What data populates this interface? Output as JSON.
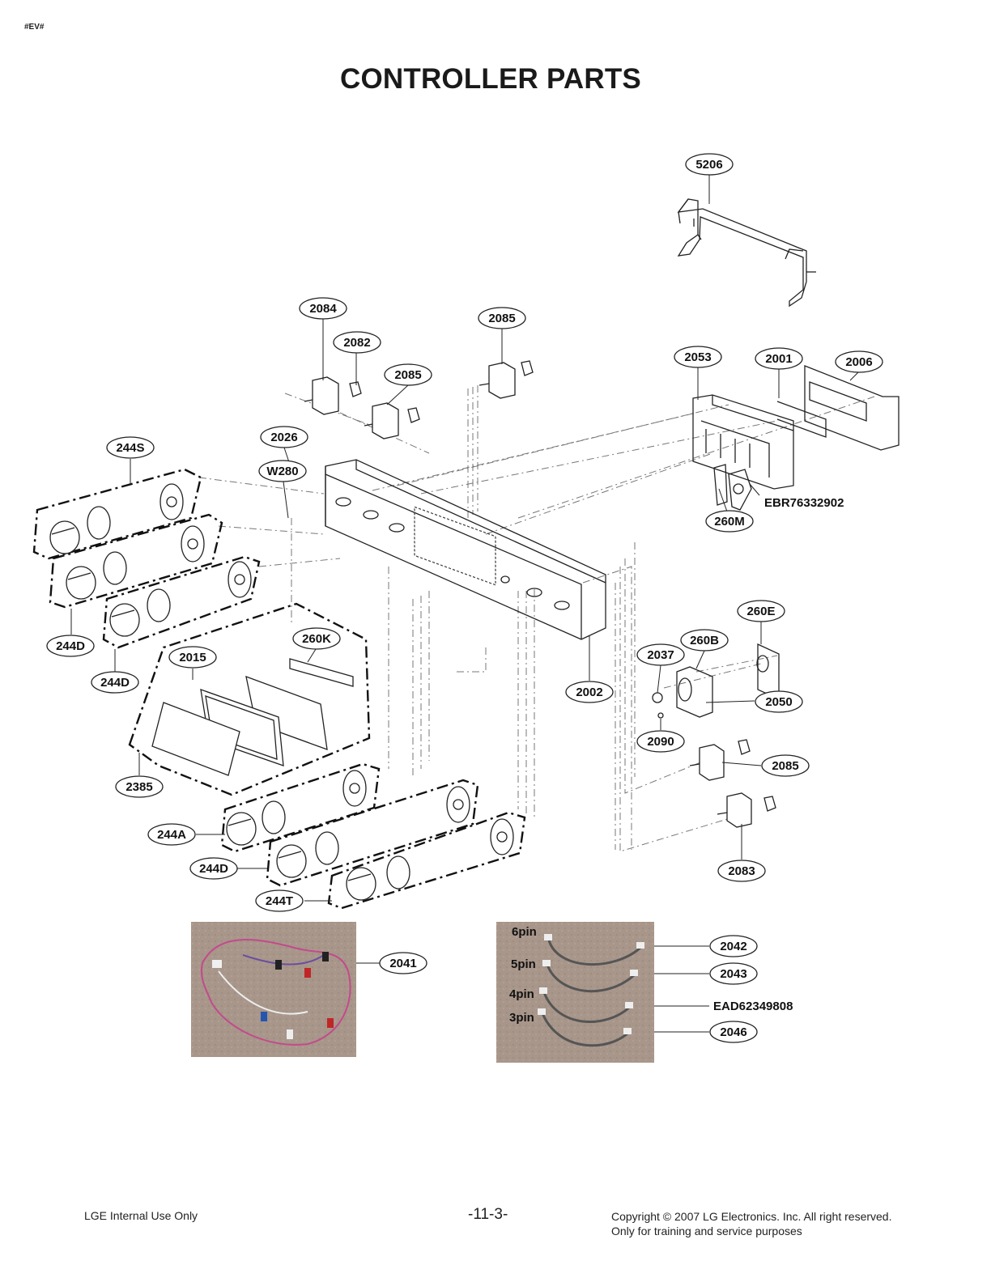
{
  "header_tag": "#EV#",
  "title": "CONTROLLER PARTS",
  "labels": {
    "p5206": "5206",
    "p2084": "2084",
    "p2082": "2082",
    "p2085a": "2085",
    "p2085b": "2085",
    "p2053": "2053",
    "p2001": "2001",
    "p2006": "2006",
    "p2026": "2026",
    "p244S": "244S",
    "pW280": "W280",
    "pEBR": "EBR76332902",
    "p260M": "260M",
    "p244D1": "244D",
    "p244D2": "244D",
    "p260E": "260E",
    "p260B": "260B",
    "p260K": "260K",
    "p2015": "2015",
    "p2037": "2037",
    "p2002": "2002",
    "p2050": "2050",
    "p2090": "2090",
    "p2085c": "2085",
    "p2385": "2385",
    "p244A": "244A",
    "p244D3": "244D",
    "p2083": "2083",
    "p244T": "244T",
    "p2041": "2041",
    "p2042": "2042",
    "p2043": "2043",
    "pEAD": "EAD62349808",
    "p2046": "2046"
  },
  "harness_pins": {
    "pin6": "6pin",
    "pin5": "5pin",
    "pin4": "4pin",
    "pin3": "3pin"
  },
  "footer": {
    "left": "LGE Internal Use Only",
    "page": "-11-3-",
    "copyright_line1": "Copyright © 2007 LG Electronics. Inc. All right reserved.",
    "copyright_line2": "Only for training and service purposes"
  }
}
